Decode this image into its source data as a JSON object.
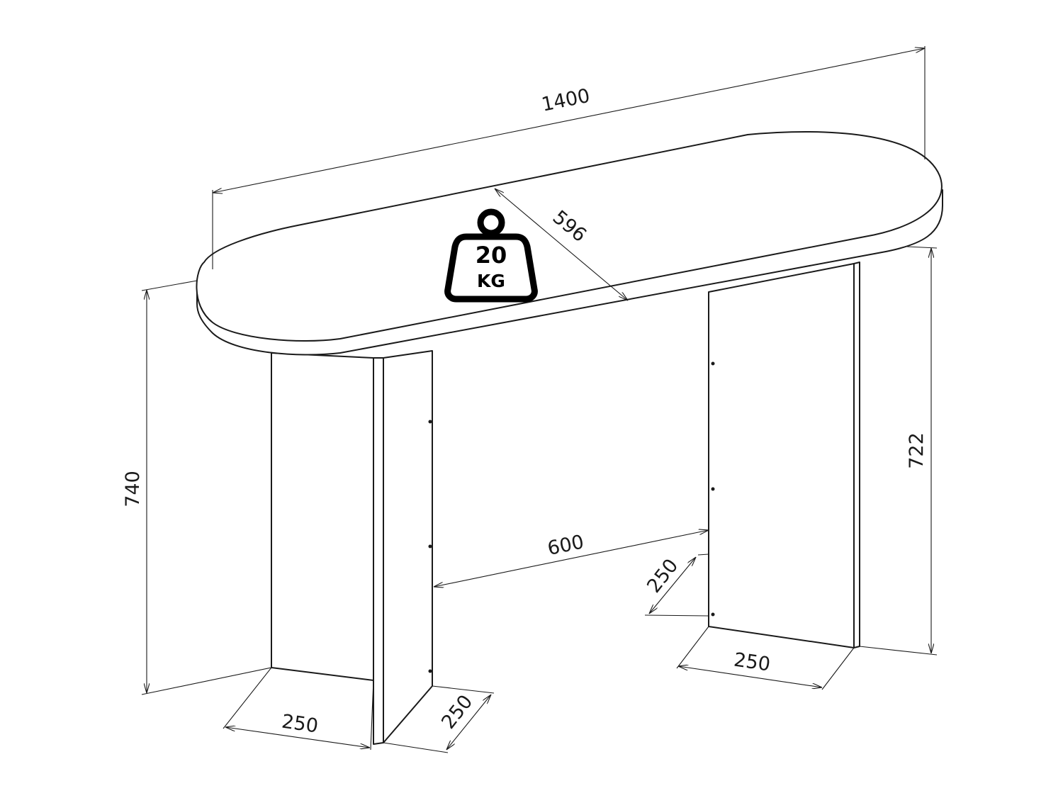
{
  "dimensions": {
    "total_length": "1400",
    "depth": "596",
    "total_height": "740",
    "leg_height": "722",
    "inner_span": "600",
    "left_leg_width": "250",
    "left_leg_depth": "250",
    "right_leg_width": "250",
    "right_leg_depth": "250"
  },
  "weight": {
    "value": "20",
    "unit": "KG",
    "icon": "weight-icon"
  }
}
